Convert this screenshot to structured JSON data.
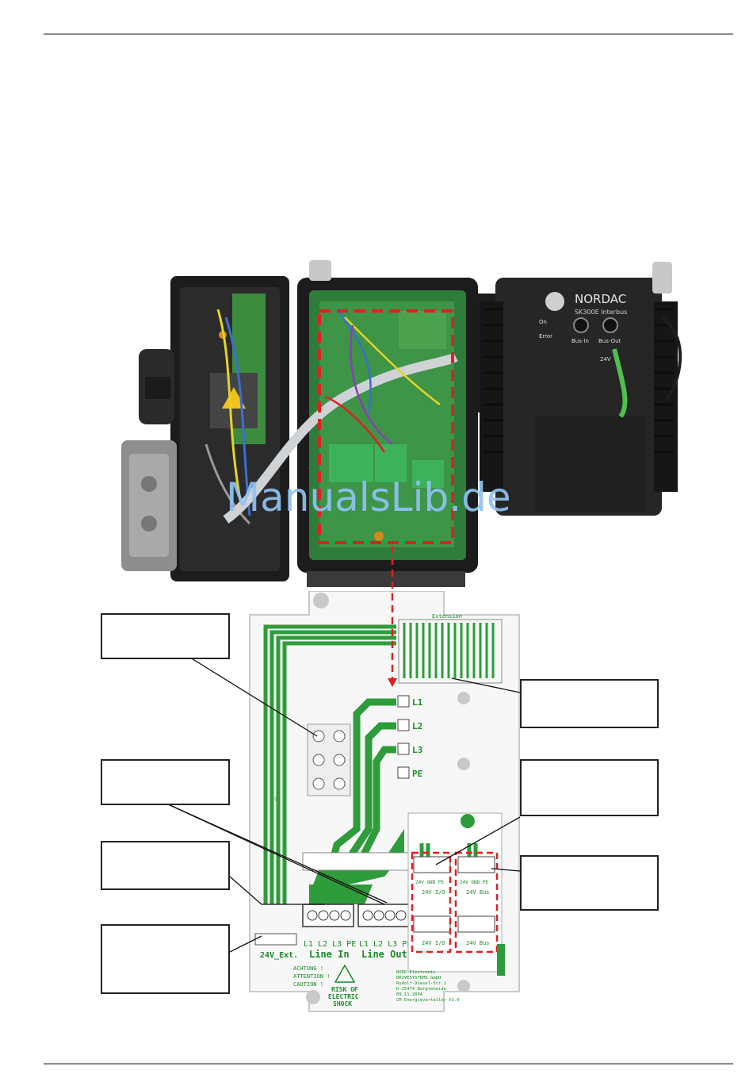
{
  "watermark": "ManualsLib.de",
  "device": {
    "brand": "NORDAC",
    "model": "SK300E Interbus",
    "leds": [
      "On",
      "Error"
    ],
    "ports": [
      "Bus-In",
      "Bus-Out"
    ],
    "voltage": "24V"
  },
  "pcb": {
    "phase_labels": [
      "L1",
      "L2",
      "L3",
      "PE"
    ],
    "connector_line_in": {
      "pins": "L1 L2 L3 PE",
      "title": "Line In"
    },
    "connector_line_out": {
      "pins": "L1 L2 L3 PE",
      "title": "Line Out"
    },
    "ext_connector": "24V_Ext.",
    "warning_lines": [
      "ACHTUNG !",
      "ATTENTION !",
      "CAUTION !"
    ],
    "shock_lines": [
      "RISK OF",
      "ELECTRIC",
      "SHOCK"
    ],
    "small_labels": {
      "extension": "Extension",
      "io_left": "24V I/O",
      "bus_right": "24V Bus",
      "io_sub_1": "24V GND PE",
      "io_sub_2": "24V GND PE"
    },
    "maker_block": [
      "NORD Electronic",
      "DRIVESYSTEMS GmbH",
      "Rudolf-Diesel-Str.1",
      "D-25474 Bargteheide",
      "09.11.2004",
      "CM Energieverteiler V1.0"
    ]
  },
  "callouts": [
    "",
    "",
    "",
    "",
    "",
    ""
  ],
  "colors": {
    "pcb_trace": "#2e9c3a",
    "pcb_label": "#1b8a2a",
    "dashed_frame": "#e02020",
    "enclosure": "#1c1c1c",
    "board_green": "#3d8b3f"
  }
}
